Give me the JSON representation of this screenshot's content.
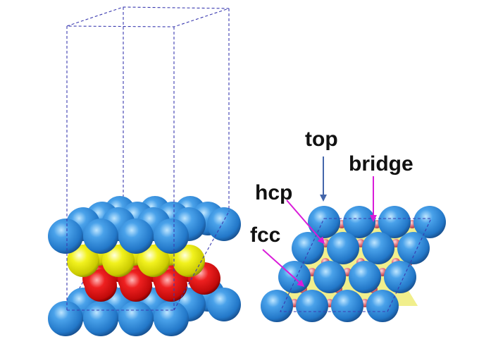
{
  "colors": {
    "background": "#ffffff",
    "cell_edges": "#3b3bb0",
    "blue_atom": "#2f86d6",
    "yellow_atom": "#ecec10",
    "red_atom": "#e81818",
    "hollow_fill": "#f1ef8c",
    "site_marker": "#d8606a",
    "magenta_arrow": "#d91bd9",
    "top_arrow": "#4466aa"
  },
  "site_labels": {
    "top": "top",
    "bridge": "bridge",
    "hcp": "hcp",
    "fcc": "fcc"
  }
}
